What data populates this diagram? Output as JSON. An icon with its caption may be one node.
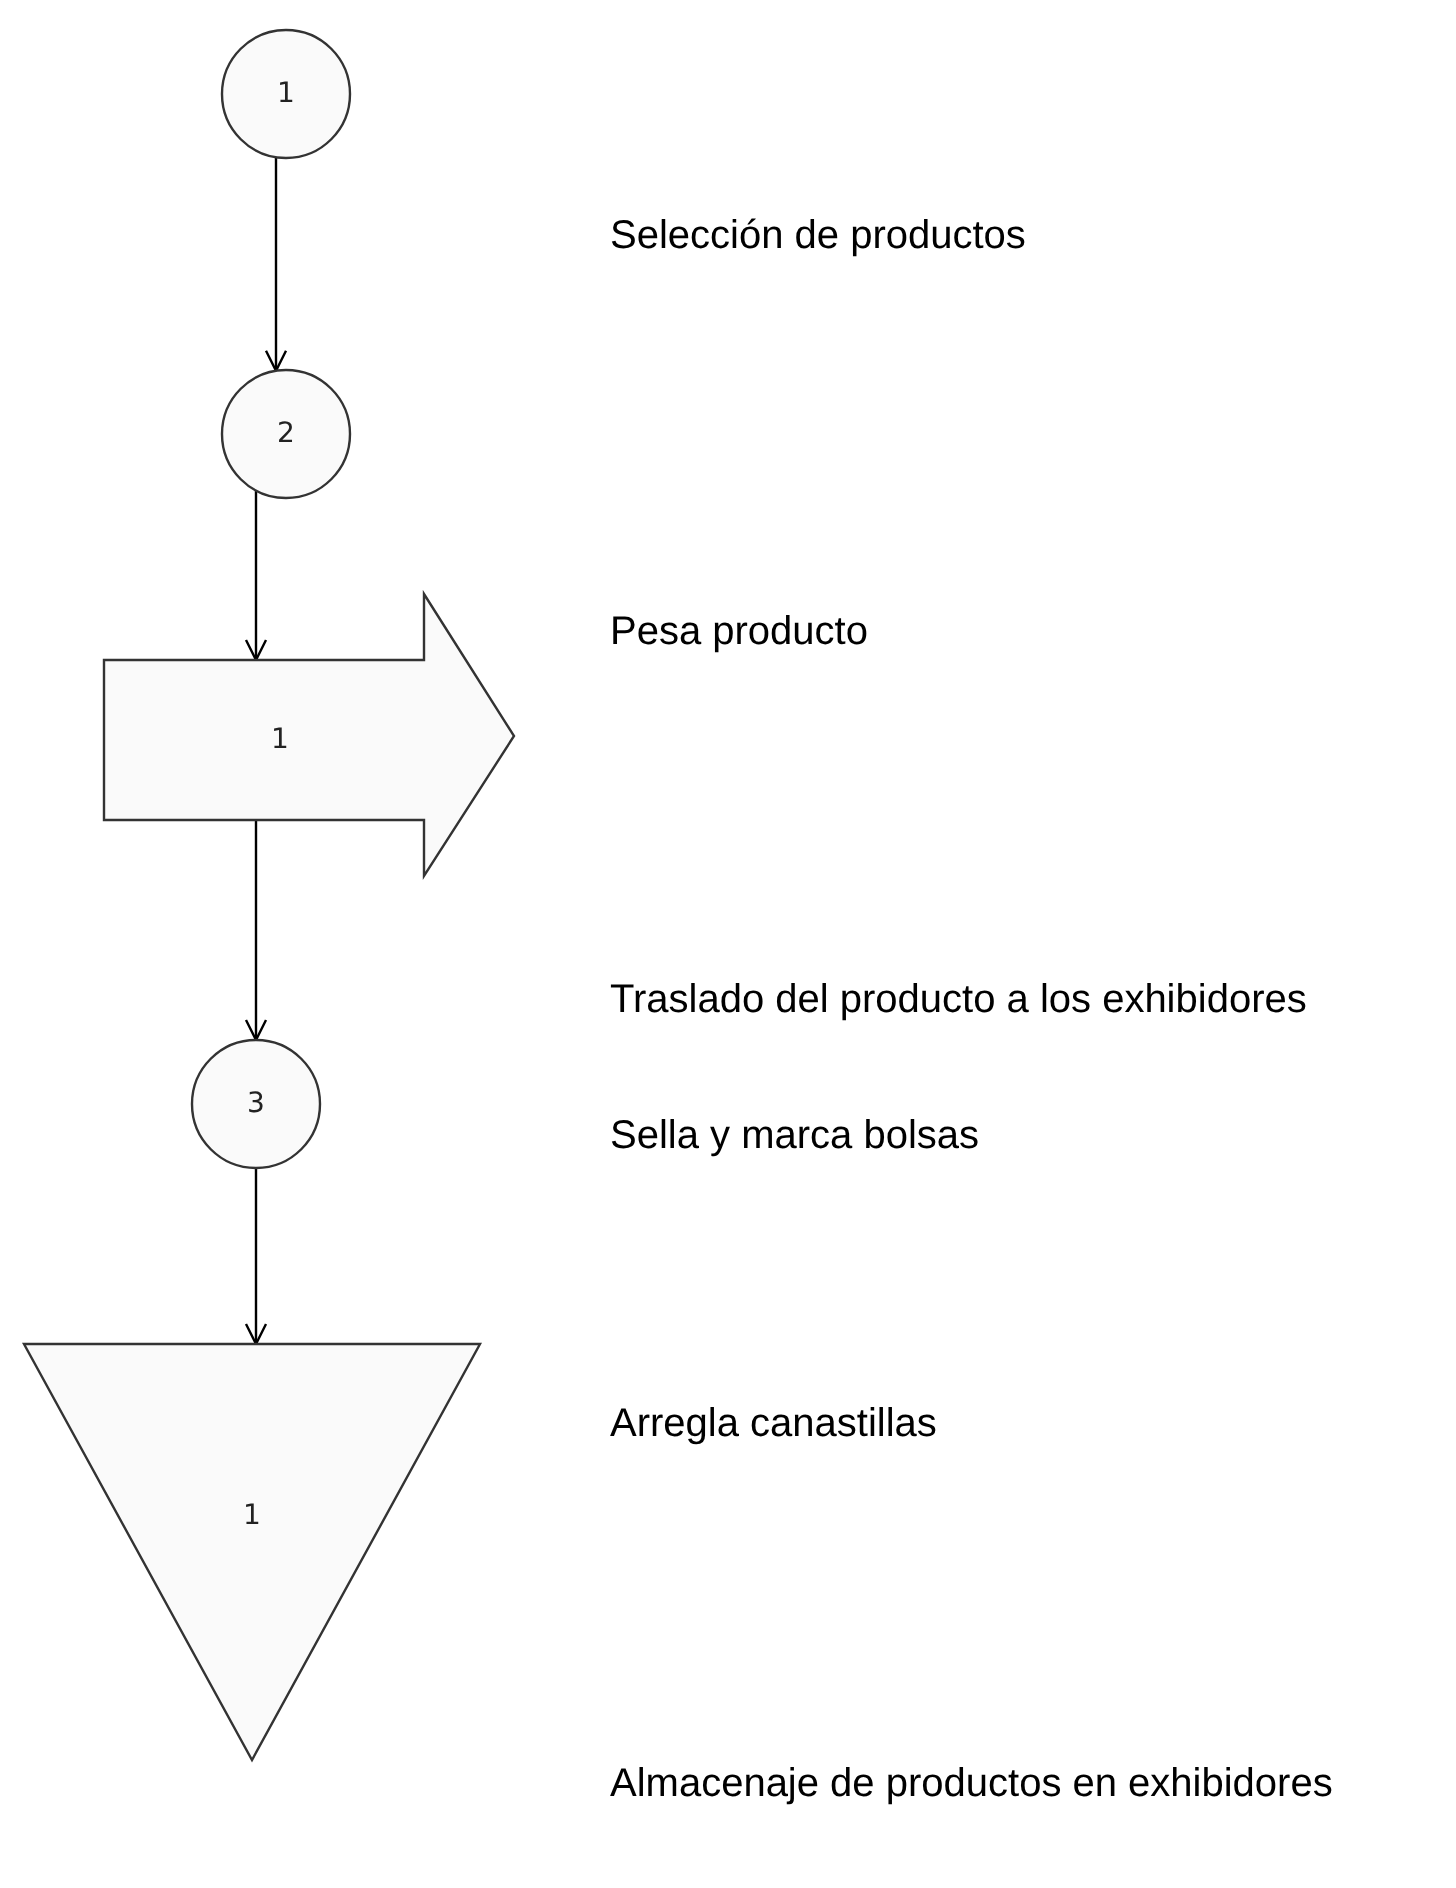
{
  "diagram": {
    "nodes": [
      {
        "text": [
          "1"
        ]
      },
      {
        "text": [
          "2"
        ]
      },
      {
        "text": [
          "1"
        ]
      },
      {
        "text": [
          "3"
        ]
      },
      {
        "text": [
          "1"
        ]
      }
    ],
    "edges": [
      {
        "from": 0,
        "to": 1,
        "arrow": "to"
      },
      {
        "from": 1,
        "to": 2,
        "arrow": "to"
      },
      {
        "from": 2,
        "to": 3,
        "arrow": "to"
      },
      {
        "from": 3,
        "to": 4,
        "arrow": "to"
      }
    ],
    "labels": [
      "Selección de productos",
      "Pesa producto",
      "Traslado del producto a los exhibidores",
      "Sella y marca bolsas",
      "Arregla canastillas",
      "Almacenaje de productos en exhibidores"
    ]
  }
}
